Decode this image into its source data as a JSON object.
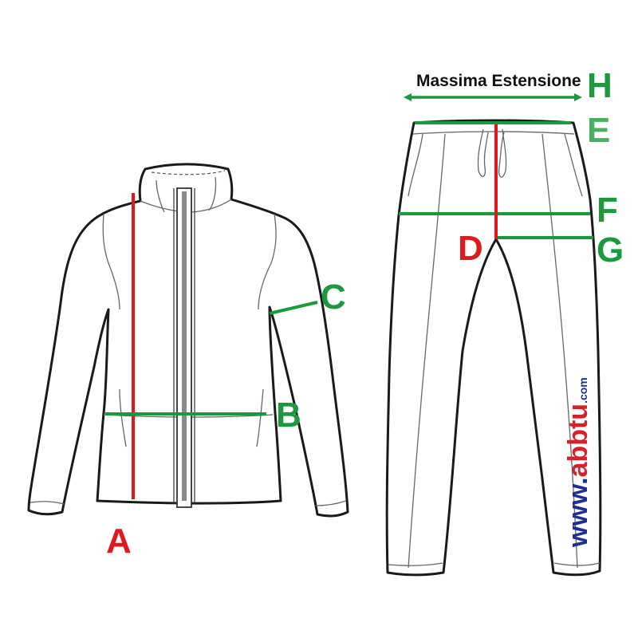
{
  "jacket": {
    "labels": {
      "a": "A",
      "b": "B",
      "c": "C"
    }
  },
  "trousers": {
    "caption": "Massima Estensione",
    "labels": {
      "h": "H",
      "e": "E",
      "f": "F",
      "d": "D",
      "g": "G"
    }
  },
  "watermark": {
    "prefix": "www.",
    "brand": "abbtu",
    "suffix": ".com"
  },
  "colors": {
    "outline": "#1a1a1a",
    "red_measure": "#e0191f",
    "green_measure": "#1a9a3c",
    "light_green_label": "#49b061",
    "watermark_blue": "#1d2f8f",
    "watermark_red": "#d6202a"
  }
}
